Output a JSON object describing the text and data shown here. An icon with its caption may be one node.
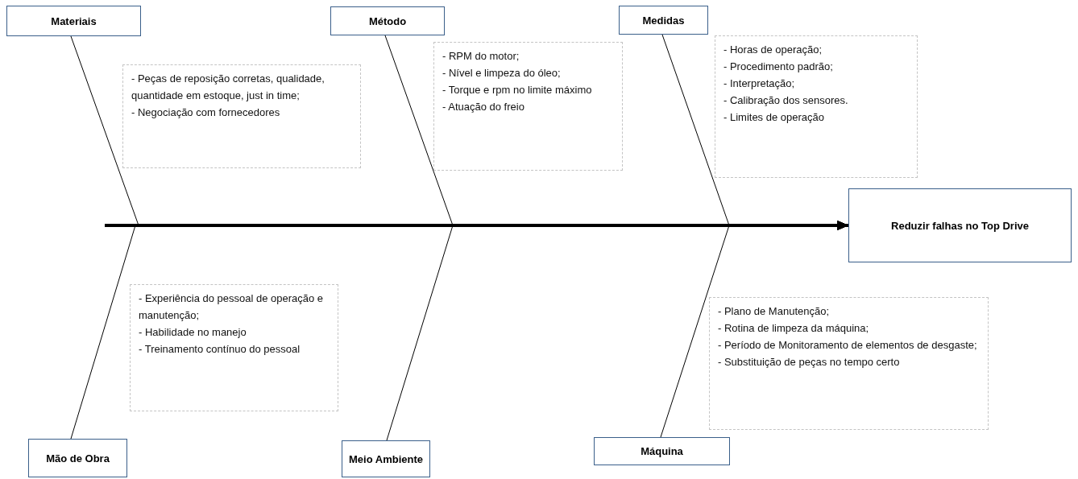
{
  "diagram": {
    "nodes": [
      {
        "text": [
          "Materiais"
        ]
      },
      {
        "text": [
          "- Peças de reposição corretas, qualidade, quantidade em estoque, just in time;",
          "- Negociação com fornecedores"
        ]
      },
      {
        "text": [
          "Método"
        ]
      },
      {
        "text": [
          "- RPM do motor;",
          "- Nível e limpeza do óleo;",
          "- Torque e rpm no limite máximo",
          "- Atuação do freio"
        ]
      },
      {
        "text": [
          "Medidas"
        ]
      },
      {
        "text": [
          "- Horas de operação;",
          "- Procedimento padrão;",
          "- Interpretação;",
          "- Calibração dos sensores.",
          "- Limites de operação"
        ]
      },
      {
        "text": [
          "Reduzir falhas no Top Drive"
        ]
      },
      {
        "text": [
          "Mão de Obra"
        ]
      },
      {
        "text": [
          "- Experiência do pessoal de operação e manutenção;",
          "- Habilidade no manejo",
          "- Treinamento contínuo do pessoal"
        ]
      },
      {
        "text": [
          "Meio Ambiente"
        ]
      },
      {
        "text": [
          "Máquina"
        ]
      },
      {
        "text": [
          "- Plano de Manutenção;",
          "- Rotina de limpeza da máquina;",
          "- Período de Monitoramento de elementos de desgaste;",
          "- Substituição de peças no tempo certo"
        ]
      }
    ],
    "edges": [
      {
        "from": null,
        "to": 6,
        "arrow": "to",
        "style": "thick"
      },
      {
        "from": 0,
        "to": 6,
        "arrow": "to"
      },
      {
        "from": 2,
        "to": 6,
        "arrow": "to"
      },
      {
        "from": 4,
        "to": 6,
        "arrow": "to"
      },
      {
        "from": 7,
        "to": 6,
        "arrow": "to"
      },
      {
        "from": 9,
        "to": 6,
        "arrow": "to"
      },
      {
        "from": 10,
        "to": 6,
        "arrow": "to"
      }
    ]
  }
}
